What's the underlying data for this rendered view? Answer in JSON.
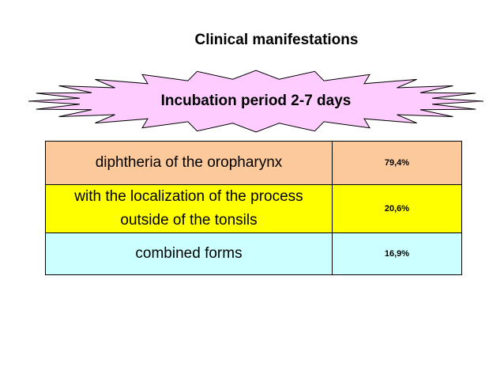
{
  "title": "Clinical manifestations",
  "banner": {
    "text": "Incubation period 2-7 days",
    "fill_color": "#ffccff",
    "stroke_color": "#000000"
  },
  "table": {
    "rows": [
      {
        "label": "diphtheria of the oropharynx",
        "value": "79,4%",
        "color": "#fcc99a"
      },
      {
        "label_lines": [
          "with the localization of the  process",
          "outside of the tonsils"
        ],
        "value": "20,6%",
        "color": "#ffff00"
      },
      {
        "label": "combined forms",
        "value": "16,9%",
        "color": "#ccffff"
      }
    ]
  }
}
